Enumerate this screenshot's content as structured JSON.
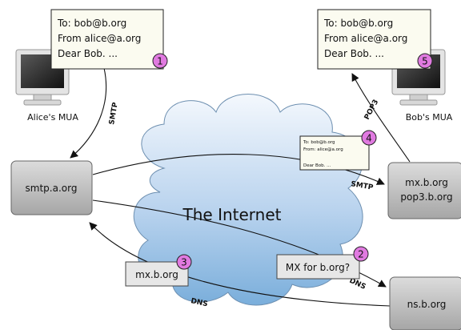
{
  "letter_alice": {
    "to": "To: bob@b.org",
    "from": "From alice@a.org",
    "body": "Dear Bob. ...",
    "step": "1"
  },
  "letter_bob": {
    "to": "To: bob@b.org",
    "from": "From alice@a.org",
    "body": "Dear Bob. ...",
    "step": "5"
  },
  "letter_transit": {
    "to": "To: bob@b.org",
    "from": "From: alice@a.org",
    "body": "Dear Bob. ...",
    "step": "4"
  },
  "alice_mua": "Alice's MUA",
  "bob_mua": "Bob's MUA",
  "smtp_server": "smtp.a.org",
  "mx_server": {
    "line1": "mx.b.org",
    "line2": "pop3.b.org"
  },
  "ns_server": "ns.b.org",
  "internet": "The Internet",
  "dns_query": {
    "text": "MX for b.org?",
    "step": "2"
  },
  "dns_answer": {
    "text": "mx.b.org",
    "step": "3"
  },
  "protocols": {
    "smtp_up": "SMTP",
    "smtp_mid": "SMTP",
    "pop3": "POP3",
    "dns_right": "DNS",
    "dns_bottom": "DNS"
  },
  "colors": {
    "badge": "#e07ae0",
    "letter_fill": "#fbfbf0",
    "server_top": "#d8d8d8",
    "server_bottom": "#a9a9a9",
    "cloud_top": "#f2f6fc",
    "cloud_bottom": "#7fb0dc"
  }
}
